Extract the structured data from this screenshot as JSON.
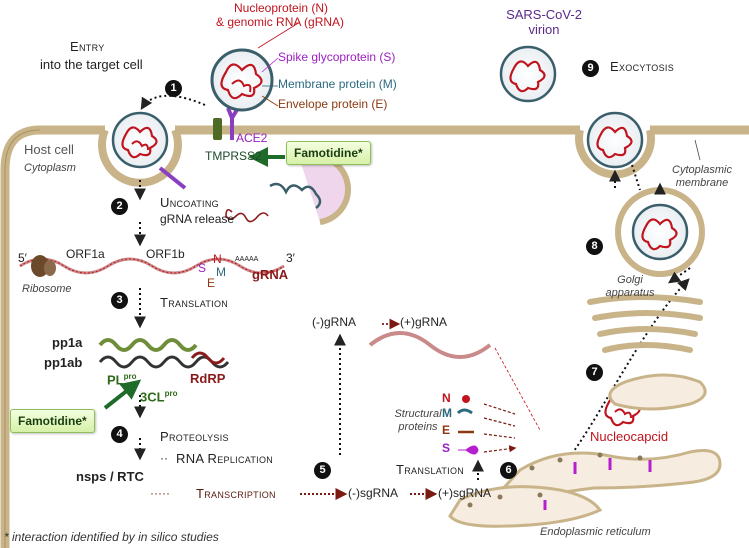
{
  "labels": {
    "nucleoprotein": "Nucleoprotein (N)",
    "genomic_rna": "& genomic RNA (gRNA)",
    "spike": "Spike glycoprotein (S)",
    "membrane": "Membrane protein (M)",
    "envelope": "Envelope protein (E)",
    "entry_title": "Entry",
    "entry_sub": "into the target cell",
    "ace2": "ACE2",
    "tmprss2": "TMPRSS2",
    "host_cell": "Host cell",
    "cytoplasm": "Cytoplasm",
    "virion": "SARS-CoV-2 virion",
    "exocytosis": "Exocytosis",
    "cytoplasmic_membrane": "Cytoplasmic membrane",
    "uncoating": "Uncoating",
    "grna_release": "gRNA release",
    "orf1a": "ORF1a",
    "orf1b": "ORF1b",
    "five_prime": "5′",
    "three_prime": "3′",
    "poly_a": "AAAAA",
    "gene_s": "S",
    "gene_n": "N",
    "gene_m": "M",
    "gene_e": "E",
    "grna": "gRNA",
    "ribosome": "Ribosome",
    "translation": "Translation",
    "pp1a": "pp1a",
    "pp1ab": "pp1ab",
    "pl": "PL",
    "pl_sup": "pro",
    "rdrp": "RdRP",
    "cl3": "3CL",
    "cl3_sup": "pro",
    "proteolysis": "Proteolysis",
    "nsps": "nsps / RTC",
    "rna_replication": "RNA Replication",
    "transcription": "Transcription",
    "neg_sgrna": "(-)sgRNA",
    "pos_sgrna": "(+)sgRNA",
    "neg_grna": "(-)gRNA",
    "pos_grna": "(+)gRNA",
    "translation2": "Translation",
    "structural_proteins": "Structural proteins",
    "sp_n": "N",
    "sp_m": "M",
    "sp_e": "E",
    "sp_s": "S",
    "nucleocapsid": "Nucleocapcid",
    "golgi": "Golgi apparatus",
    "er": "Endoplasmic reticulum",
    "footnote": "* interaction identified by in silico studies"
  },
  "steps": [
    "1",
    "2",
    "3",
    "4",
    "5",
    "6",
    "7",
    "8",
    "9"
  ],
  "famotidine": [
    "Famotidine*",
    "Famotidine*"
  ],
  "colors": {
    "spike": "#b51fd0",
    "rna": "#c0141e",
    "membrane_green": "#2a7d5a",
    "cell_membrane": "#c9b48a",
    "famotidine_bg": "#d6f0a8",
    "arrow_green": "#1f6b2a"
  }
}
